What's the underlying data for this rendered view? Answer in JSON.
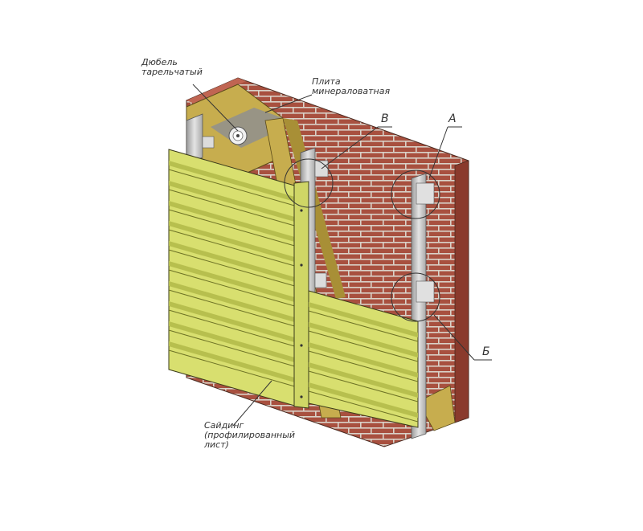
{
  "labels": {
    "dowel": "Дюбель\nтарельчатый",
    "mineral_wool": "Плита\nминераловатная",
    "siding": "Сайдинг\n(профилированный\nлист)"
  },
  "markers": {
    "a": "А",
    "b": "Б",
    "v": "В"
  },
  "colors": {
    "brick": "#a9503f",
    "mortar": "#d9d2c8",
    "insulation": "#c7ad4e",
    "siding": "#d8df6f",
    "siding_dark": "#b7bf4e",
    "profile": "#c8c8c8"
  }
}
